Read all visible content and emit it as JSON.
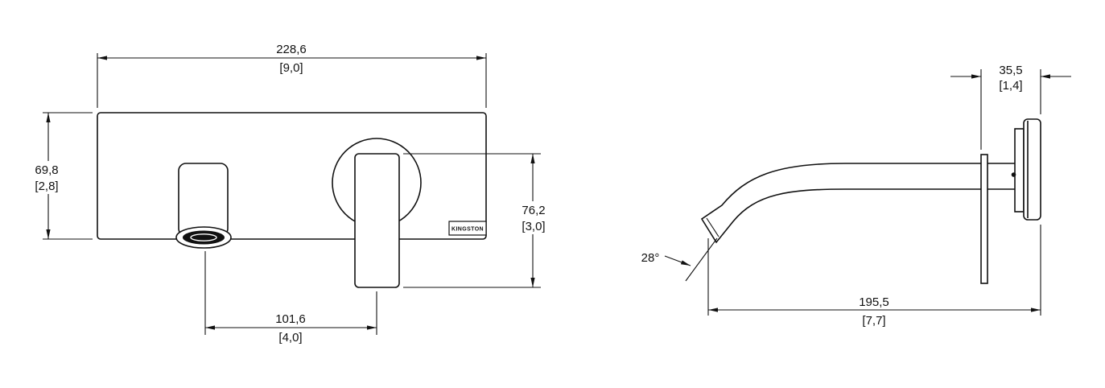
{
  "brand": "KINGSTON",
  "dims": {
    "front_width": {
      "mm": "228,6",
      "in": "[9,0]"
    },
    "front_height": {
      "mm": "69,8",
      "in": "[2,8]"
    },
    "handle_height": {
      "mm": "76,2",
      "in": "[3,0]"
    },
    "center_spacing": {
      "mm": "101,6",
      "in": "[4,0]"
    },
    "side_depth": {
      "mm": "35,5",
      "in": "[1,4]"
    },
    "spout_reach": {
      "mm": "195,5",
      "in": "[7,7]"
    },
    "spout_angle": "28°"
  }
}
